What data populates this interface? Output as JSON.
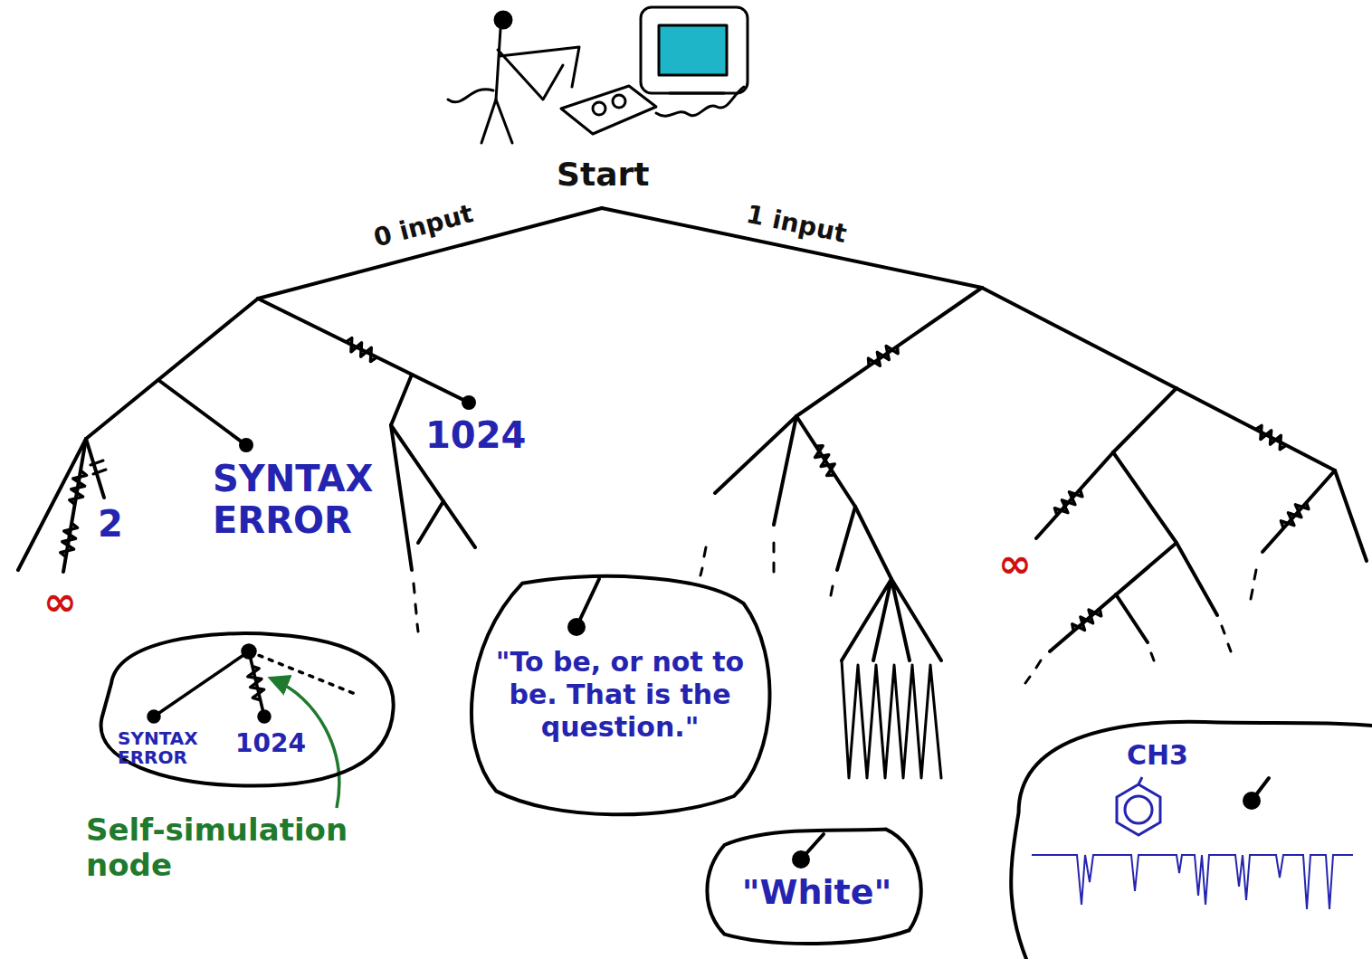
{
  "diagram": {
    "nodes": [
      {
        "text": [
          "SYNTAX ERROR",
          "1024"
        ]
      },
      {
        "text": [
          "\"To be, or not to be. That is the question.\""
        ]
      },
      {
        "text": [
          "\"White\""
        ]
      },
      {
        "text": [
          "CH3"
        ]
      }
    ],
    "labels": [
      "Start",
      "0 input",
      "1 input",
      "∞",
      "2",
      "SYNTAX ERROR",
      "1024",
      "∞",
      "Self-simulation node"
    ]
  }
}
